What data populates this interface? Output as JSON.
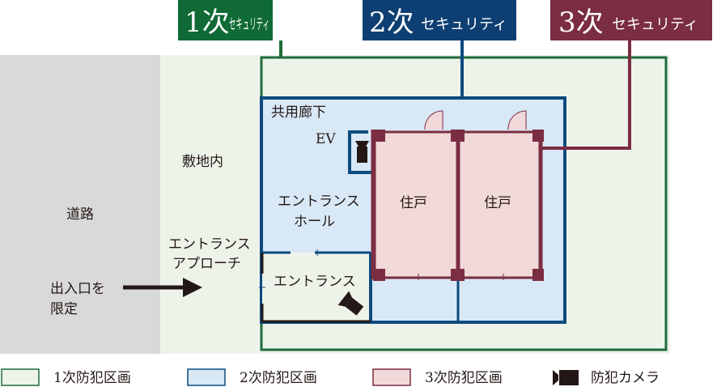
{
  "colors": {
    "road": "#d9d9d9",
    "zone1_fill": "#eef3ea",
    "zone1_line": "#1e6b3a",
    "zone2_fill": "#d8e8f6",
    "zone2_line": "#0d4a7e",
    "zone3_fill": "#f2d9d9",
    "zone3_line": "#7b2d42",
    "camera": "#231815"
  },
  "headers": [
    {
      "num": "1次",
      "text": "セキュリティ"
    },
    {
      "num": "2次",
      "text": "セキュリティ"
    },
    {
      "num": "3次",
      "text": "セキュリティ"
    }
  ],
  "labels": {
    "road": "道路",
    "site": "敷地内",
    "approach_1": "エントランス",
    "approach_2": "アプローチ",
    "gate_1": "出入口を",
    "gate_2": "限定",
    "corridor": "共用廊下",
    "ev": "EV",
    "hall_1": "エントランス",
    "hall_2": "ホール",
    "entrance": "エントランス",
    "unit_a": "住戸",
    "unit_b": "住戸"
  },
  "legend": [
    {
      "label": "1次防犯区画",
      "icon": "zone1-swatch"
    },
    {
      "label": "2次防犯区画",
      "icon": "zone2-swatch"
    },
    {
      "label": "3次防犯区画",
      "icon": "zone3-swatch"
    },
    {
      "label": "防犯カメラ",
      "icon": "camera-icon"
    }
  ]
}
